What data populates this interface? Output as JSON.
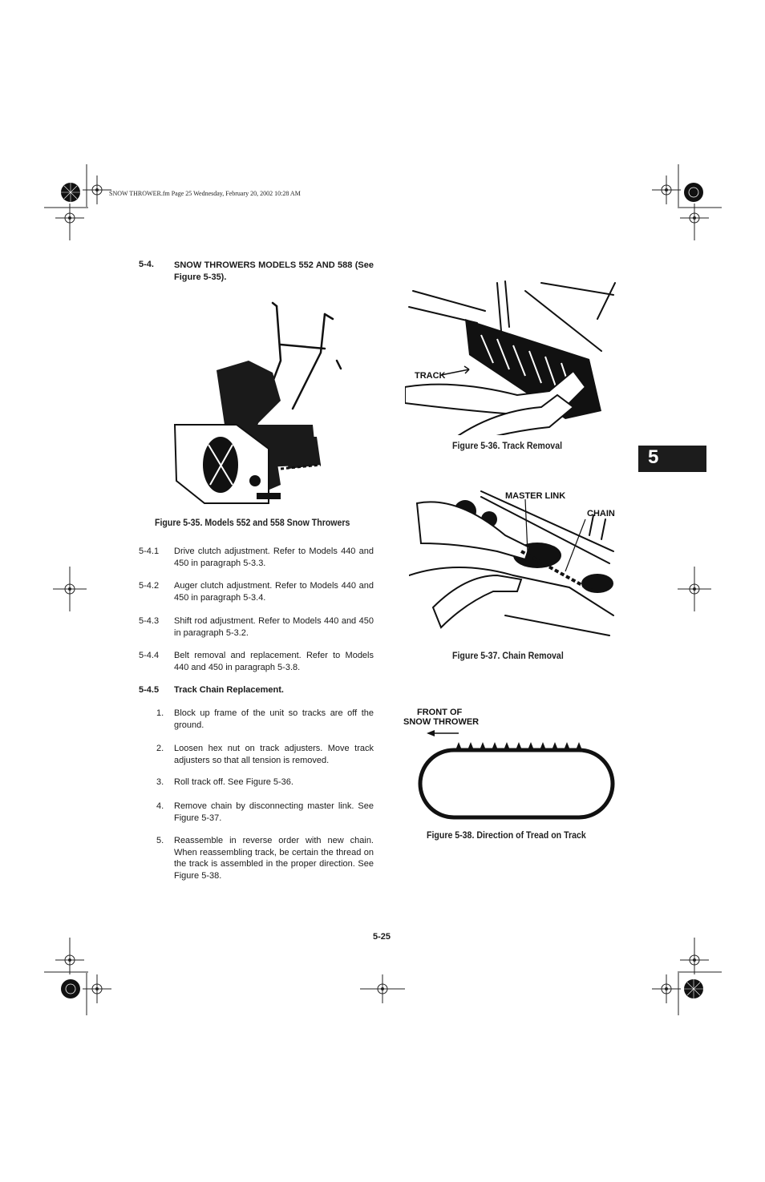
{
  "header": {
    "print_info": "SNOW THROWER.fm  Page 25  Wednesday, February 20, 2002  10:28 AM"
  },
  "section": {
    "number": "5-4.",
    "title": "SNOW THROWERS MODELS 552 AND 588 (See Figure 5-35)."
  },
  "figures": {
    "fig35": {
      "caption": "Figure 5-35.   Models 552 and 558 Snow Throwers"
    },
    "fig36": {
      "caption": "Figure 5-36.   Track Removal",
      "label_track": "TRACK"
    },
    "fig37": {
      "caption": "Figure 5-37.   Chain Removal",
      "label_master_link": "MASTER LINK",
      "label_chain": "CHAIN"
    },
    "fig38": {
      "caption": "Figure 5-38.   Direction of Tread on Track",
      "label_front_line1": "FRONT OF",
      "label_front_line2": "SNOW THROWER"
    }
  },
  "paragraphs": [
    {
      "num": "5-4.1",
      "text": "Drive clutch adjustment. Refer to Models 440 and 450 in paragraph 5-3.3."
    },
    {
      "num": "5-4.2",
      "text": "Auger clutch adjustment. Refer to Models 440 and 450 in paragraph 5-3.4."
    },
    {
      "num": "5-4.3",
      "text": "Shift rod adjustment. Refer to Models 440 and 450 in paragraph 5-3.2."
    },
    {
      "num": "5-4.4",
      "text": "Belt removal and replacement. Refer to Models 440 and 450 in paragraph 5-3.8."
    },
    {
      "num": "5-4.5",
      "text": "Track Chain Replacement."
    }
  ],
  "steps": [
    {
      "num": "1.",
      "text": "Block up frame of the unit so tracks are off the ground."
    },
    {
      "num": "2.",
      "text": "Loosen hex nut on track adjusters. Move track adjusters so that all tension is removed."
    },
    {
      "num": "3.",
      "text": "Roll track off. See Figure 5-36."
    },
    {
      "num": "4.",
      "text": "Remove chain by disconnecting master link. See Figure 5-37."
    },
    {
      "num": "5.",
      "text": "Reassemble in reverse order with new chain. When reassembling track, be certain the thread on the track is assembled in the proper direction. See Figure 5-38."
    }
  ],
  "chapter_tab": "5",
  "page_number": "5-25"
}
